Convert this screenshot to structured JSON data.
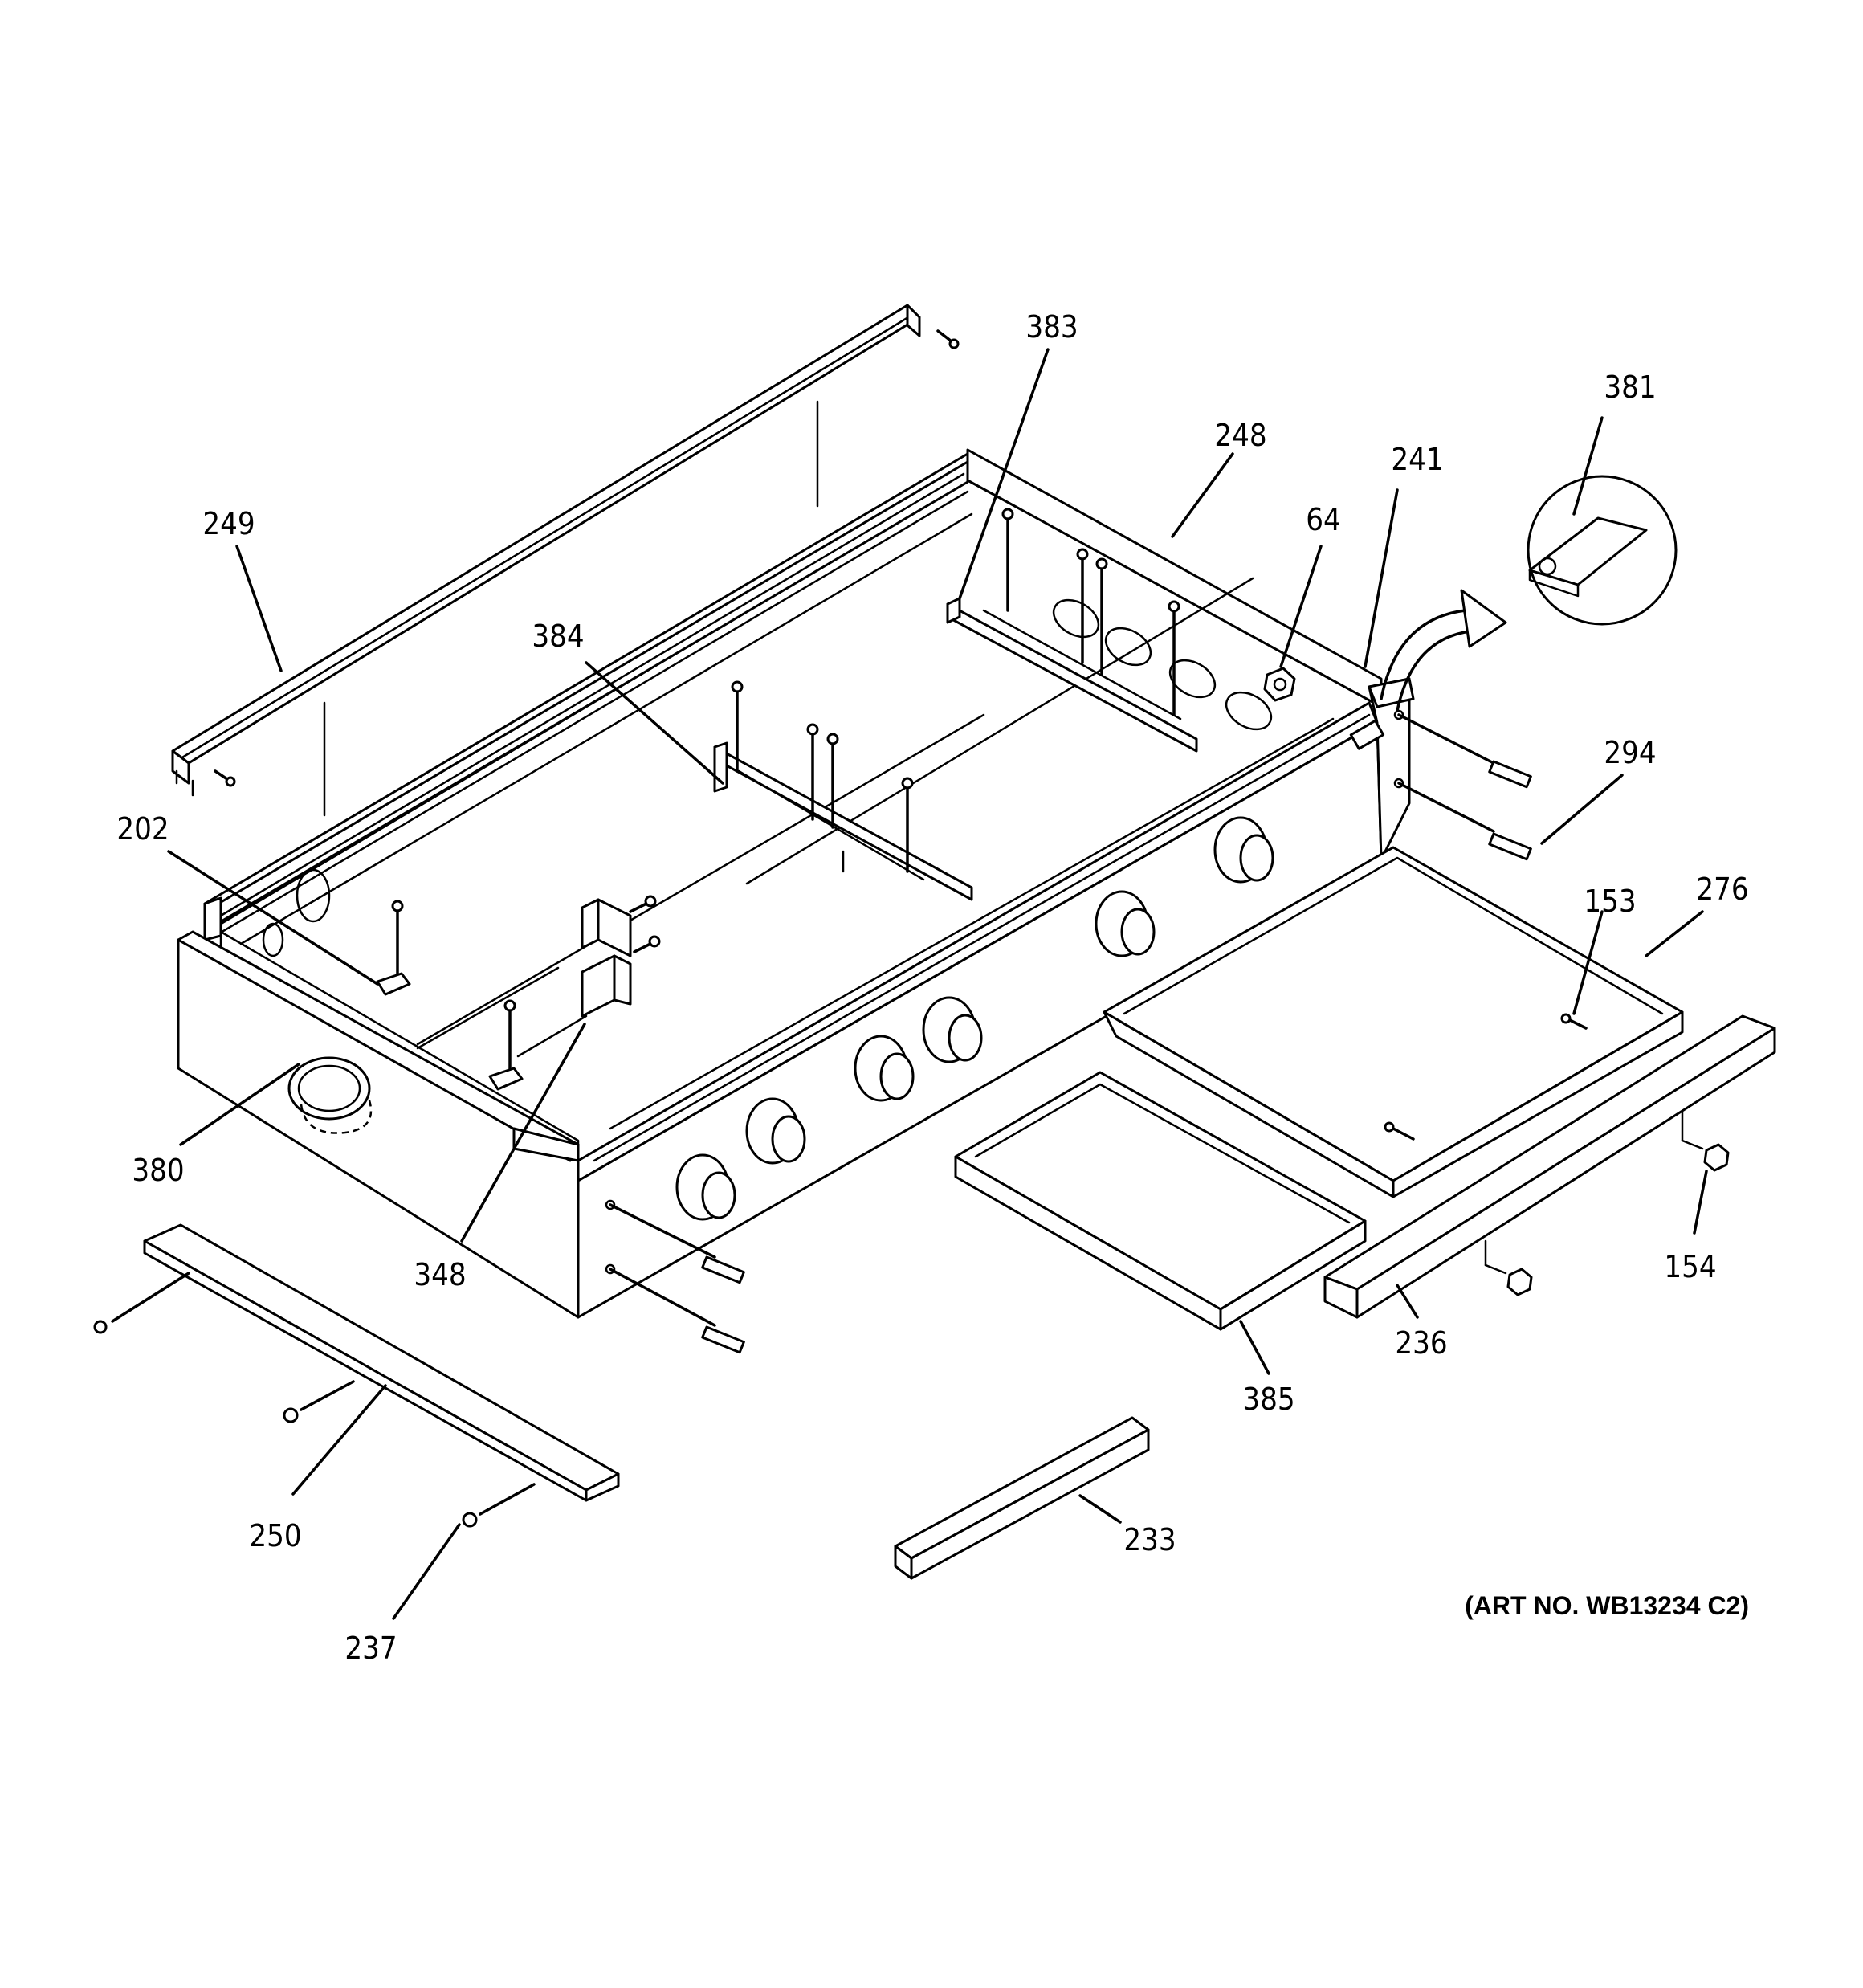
{
  "callouts": {
    "c383": "383",
    "c381": "381",
    "c248": "248",
    "c241": "241",
    "c64": "64",
    "c249": "249",
    "c384": "384",
    "c294": "294",
    "c202": "202",
    "c153": "153",
    "c276": "276",
    "c380": "380",
    "c348": "348",
    "c154": "154",
    "c236": "236",
    "c385": "385",
    "c250": "250",
    "c233": "233",
    "c237": "237"
  },
  "art_number": "(ART NO. WB13234 C2)"
}
